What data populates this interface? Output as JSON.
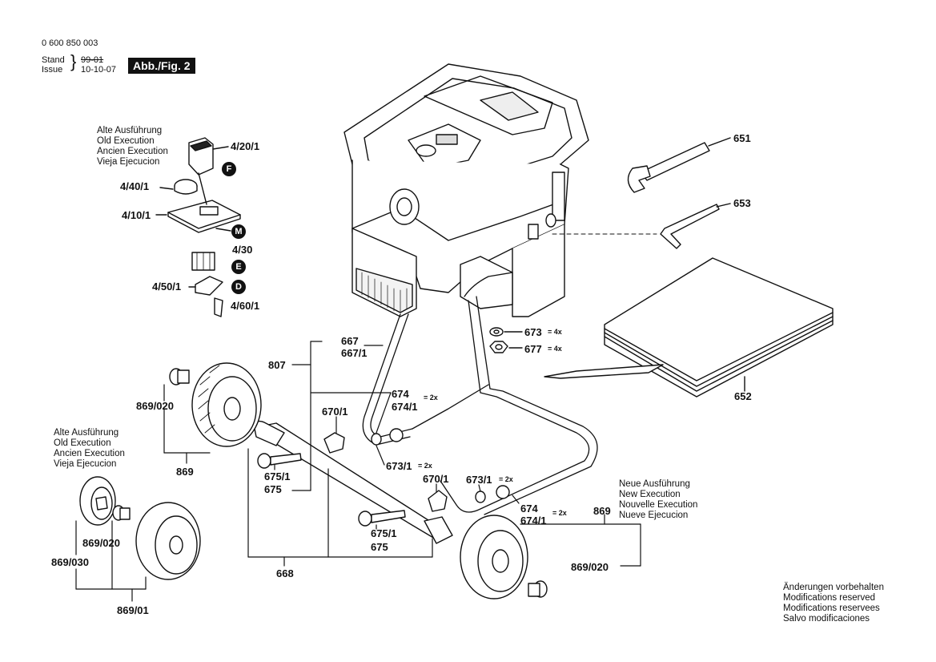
{
  "header": {
    "doc_number": "0 600 850 003",
    "stand_label": "Stand",
    "issue_label": "Issue",
    "stand_value": "99-01",
    "issue_value": "10-10-07",
    "figure": "Abb./Fig. 2"
  },
  "notes": {
    "old_execution_1": "Alte Ausführung\nOld Execution\nAncien Execution\nVieja Ejecucion",
    "old_execution_2": "Alte Ausführung\nOld Execution\nAncien Execution\nVieja Ejecucion",
    "new_execution": "Neue Ausführung\nNew Execution\nNouvelle Execution\nNueve Ejecucion",
    "modifications": "Änderungen vorbehalten\nModifications reserved\nModifications reservees\nSalvo modificaciones"
  },
  "badges": {
    "f": "F",
    "m": "M",
    "e": "E",
    "d": "D"
  },
  "parts": {
    "p4_20_1": "4/20/1",
    "p4_40_1": "4/40/1",
    "p4_10_1": "4/10/1",
    "p4_30": "4/30",
    "p4_50_1": "4/50/1",
    "p4_60_1": "4/60/1",
    "p651": "651",
    "p653": "653",
    "p652": "652",
    "p673": "673",
    "p677": "677",
    "p667": "667",
    "p667_1": "667/1",
    "p807": "807",
    "p674": "674",
    "p674_1": "674/1",
    "p670_1_a": "670/1",
    "p673_1_a": "673/1",
    "p869_020_a": "869/020",
    "p869_a": "869",
    "p675_1_a": "675/1",
    "p675_a": "675",
    "p670_1_b": "670/1",
    "p673_1_b": "673/1",
    "p674_b": "674",
    "p674_1_b": "674/1",
    "p869_b": "869",
    "p869_020_b": "869/020",
    "p869_020_c": "869/020",
    "p869_030": "869/030",
    "p869_01": "869/01",
    "p675_1_b": "675/1",
    "p675_b": "675",
    "p668": "668"
  },
  "quantities": {
    "q673": "= 4x",
    "q677": "= 4x",
    "q674": "= 2x",
    "q673_1_a": "= 2x",
    "q673_1_b": "= 2x",
    "q674_b": "= 2x"
  }
}
